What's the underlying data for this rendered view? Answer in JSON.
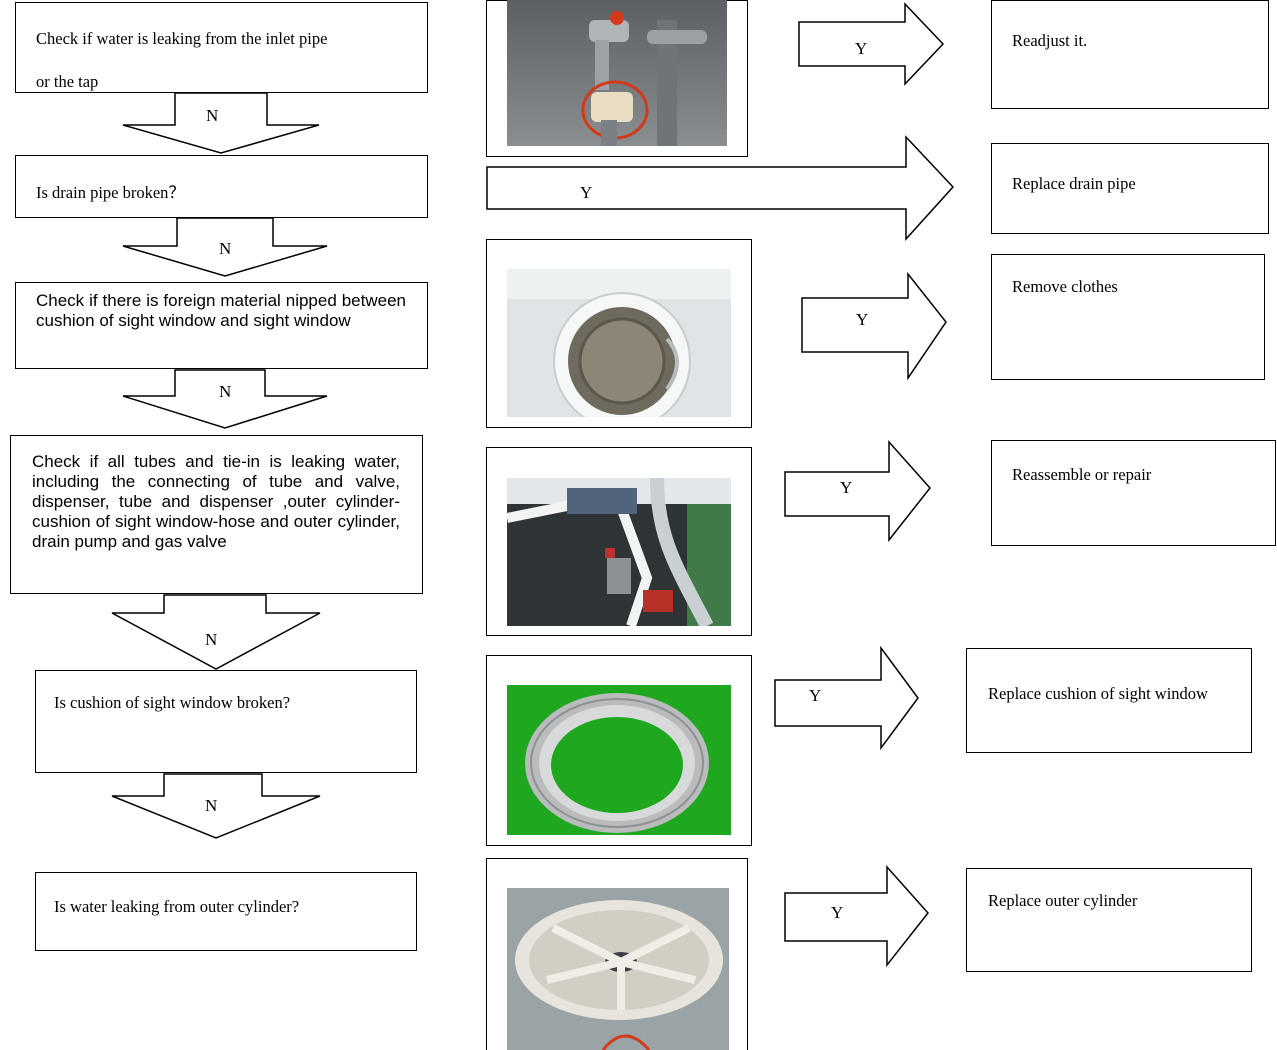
{
  "steps": [
    {
      "question": "Check if water is leaking from the inlet pipe",
      "question_cont": "or the tap",
      "yes_label": "Y",
      "no_label": "N",
      "action": "Readjust it.",
      "photo": "inlet-tap-photo"
    },
    {
      "question": "Is drain pipe broken？",
      "yes_label": "Y",
      "no_label": "N",
      "action": "Replace drain pipe"
    },
    {
      "question": "Check if there is foreign material nipped between cushion of sight window and sight window",
      "yes_label": "Y",
      "no_label": "N",
      "action": "Remove clothes",
      "photo": "sight-window-photo"
    },
    {
      "question": "Check if all tubes and tie-in is leaking water, including the connecting of tube and valve, dispenser, tube and dispenser ,outer cylinder-cushion of sight window-hose and outer cylinder, drain pump and gas valve",
      "yes_label": "Y",
      "no_label": "N",
      "action": "Reassemble or repair",
      "photo": "tubes-photo"
    },
    {
      "question": "Is cushion of sight window broken?",
      "yes_label": "Y",
      "no_label": "N",
      "action": "Replace cushion of sight window",
      "photo": "cushion-photo"
    },
    {
      "question": "Is water leaking from outer cylinder?",
      "yes_label": "Y",
      "action": "Replace outer cylinder",
      "photo": "outer-cylinder-photo"
    }
  ],
  "colors": {
    "stroke": "#000000",
    "photo_green": "#1fa81f",
    "highlight_red": "#d23a1a"
  }
}
